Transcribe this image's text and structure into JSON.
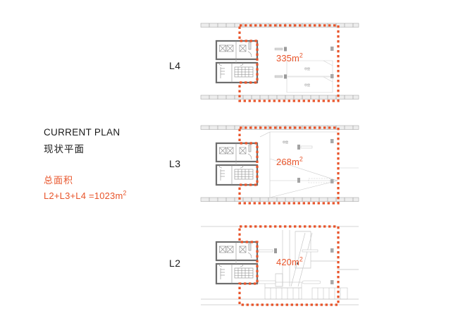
{
  "slide": {
    "background_color": "#ffffff",
    "accent_color": "#e8542a",
    "text_color": "#1a1a1a"
  },
  "text_block": {
    "title_en": "CURRENT PLAN",
    "title_cn": "现状平面",
    "area_heading": "总面积",
    "area_formula_prefix": "L2+L3+L4 =1023m",
    "area_formula_sup": "2"
  },
  "floors": [
    {
      "id": "l4",
      "level_label": "L4",
      "area_value": "335m",
      "area_sup": "2"
    },
    {
      "id": "l3",
      "level_label": "L3",
      "area_value": "268m",
      "area_sup": "2"
    },
    {
      "id": "l2",
      "level_label": "L2",
      "area_value": "420m",
      "area_sup": "2"
    }
  ],
  "plan_graphics": {
    "facade_band_color": "#9a9a9a",
    "wall_color": "#6e6e6e",
    "thin_line_color": "#c8c8c8",
    "boundary_color": "#e8542a",
    "boundary_style": "dotted",
    "core_description": "restroom-and-stair-core"
  }
}
